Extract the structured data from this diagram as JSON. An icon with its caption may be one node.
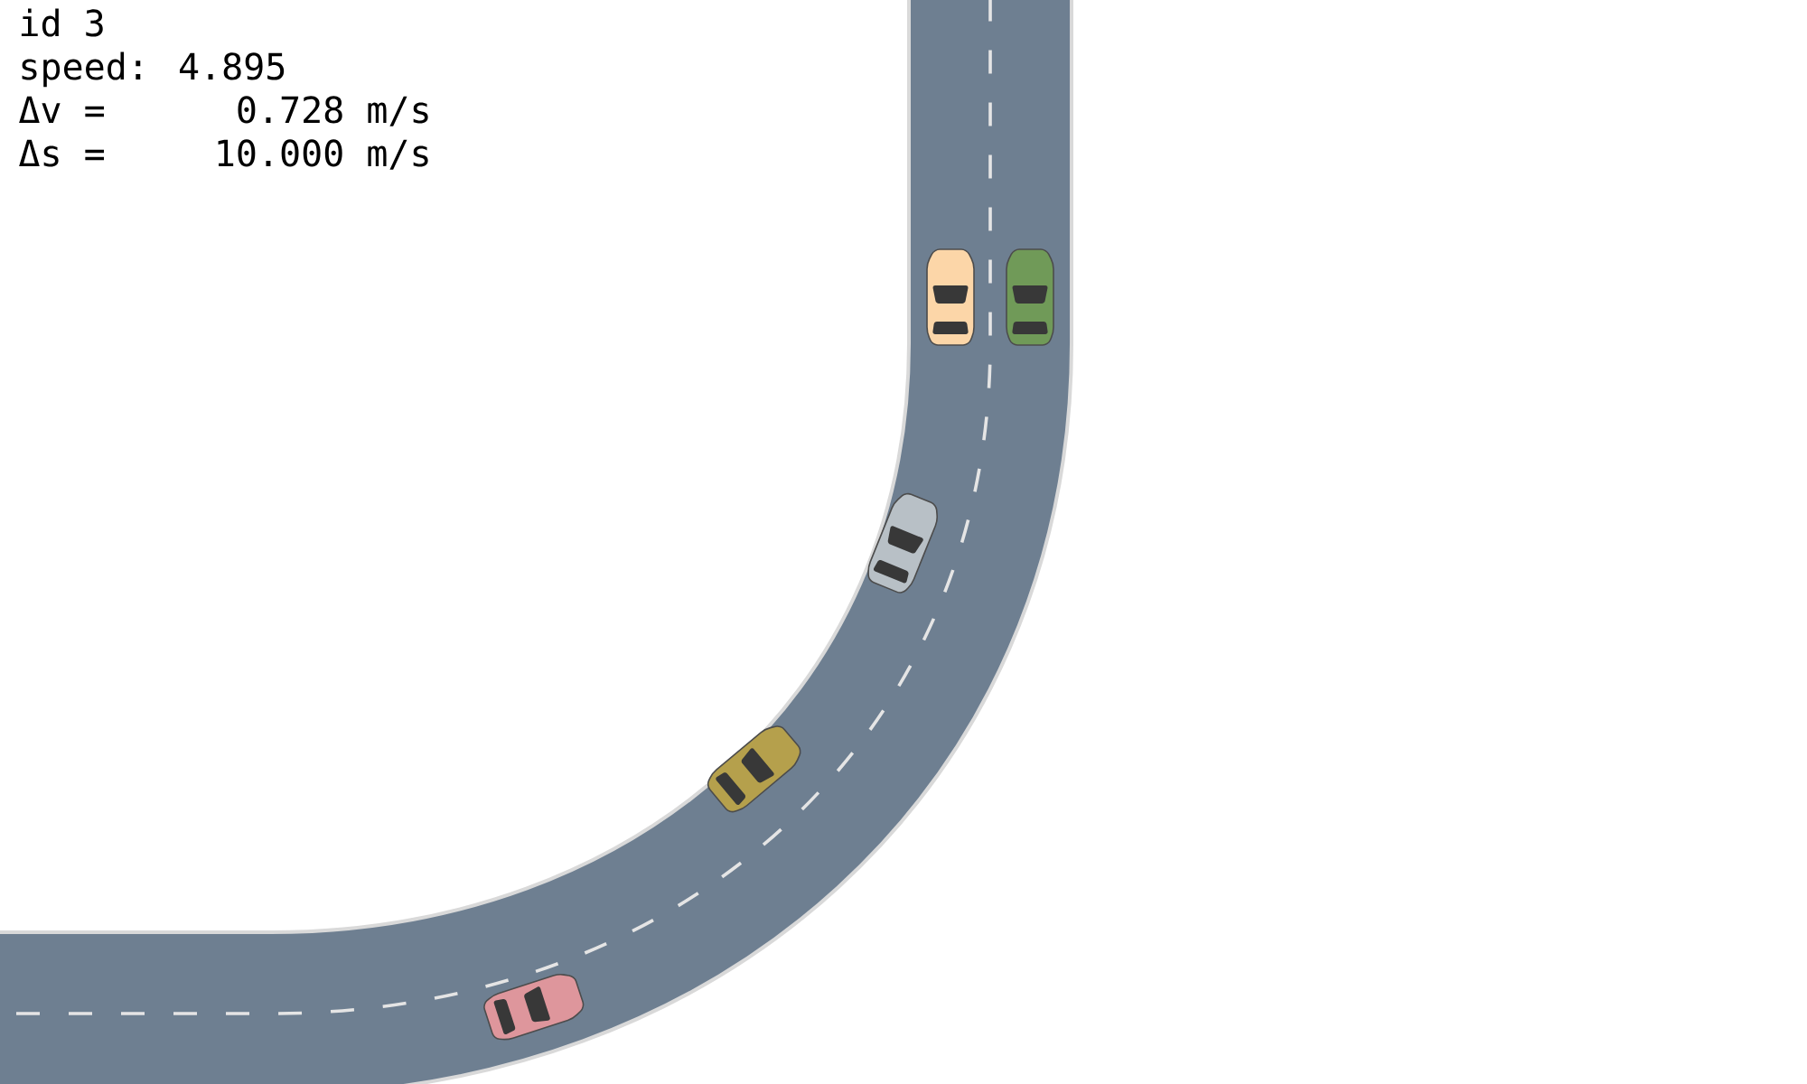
{
  "diagram": {
    "labels": [
      "id 3",
      "speed: 4.895",
      "Δv =",
      "0.728 m/s",
      "Δs =",
      "10.000 m/s"
    ]
  }
}
